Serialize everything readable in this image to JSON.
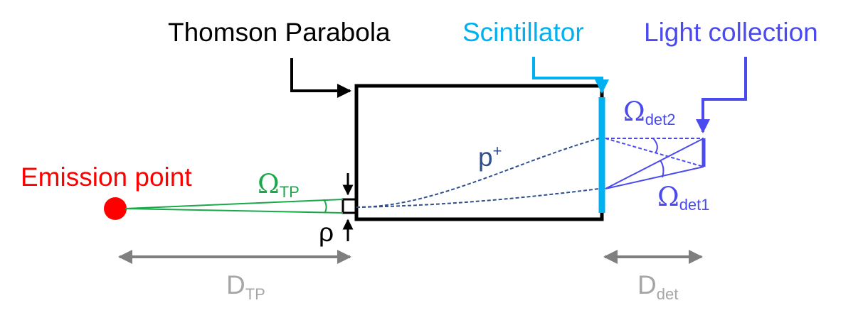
{
  "labels": {
    "thomson_parabola": "Thomson Parabola",
    "scintillator": "Scintillator",
    "light_collection": "Light collection",
    "emission_point": "Emission point",
    "proton": "p",
    "proton_charge": "+",
    "rho": "ρ",
    "omega": "Ω",
    "omega_tp_sub": "TP",
    "omega_det1_sub": "det1",
    "omega_det2_sub": "det2",
    "d": "D",
    "d_tp_sub": "TP",
    "d_det_sub": "det"
  },
  "colors": {
    "black": "#000000",
    "emission": "#ff0000",
    "omega_tp": "#1aa84a",
    "scintillator": "#00b0f0",
    "light_collection": "#4a4aee",
    "trajectory": "#2f4f8f",
    "dimension": "#7f7f7f",
    "dimension_label": "#a6a6a6"
  }
}
